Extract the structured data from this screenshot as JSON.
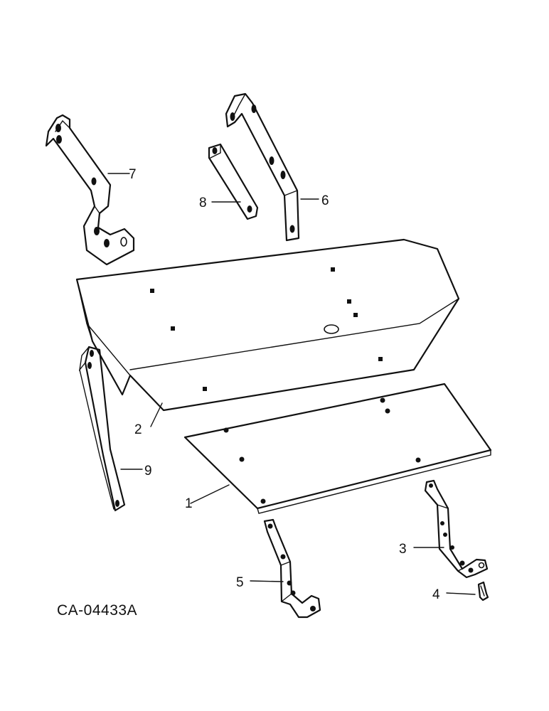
{
  "diagram": {
    "code": "CA-04433A",
    "callouts": [
      "1",
      "2",
      "3",
      "4",
      "5",
      "6",
      "7",
      "8",
      "9"
    ]
  }
}
